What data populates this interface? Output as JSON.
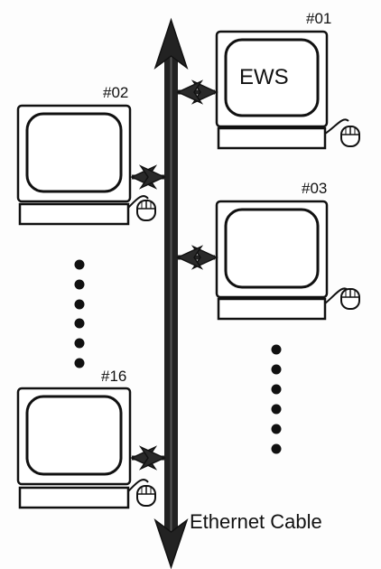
{
  "diagram": {
    "workstations": [
      {
        "id": "#01",
        "screen_text": "EWS"
      },
      {
        "id": "#02",
        "screen_text": ""
      },
      {
        "id": "#03",
        "screen_text": ""
      },
      {
        "id": "#16",
        "screen_text": ""
      }
    ],
    "cable_label": "Ethernet Cable",
    "icons": [
      "computer-monitor-icon",
      "mouse-icon",
      "bidirectional-arrow-icon",
      "ellipsis-dots-icon"
    ]
  }
}
